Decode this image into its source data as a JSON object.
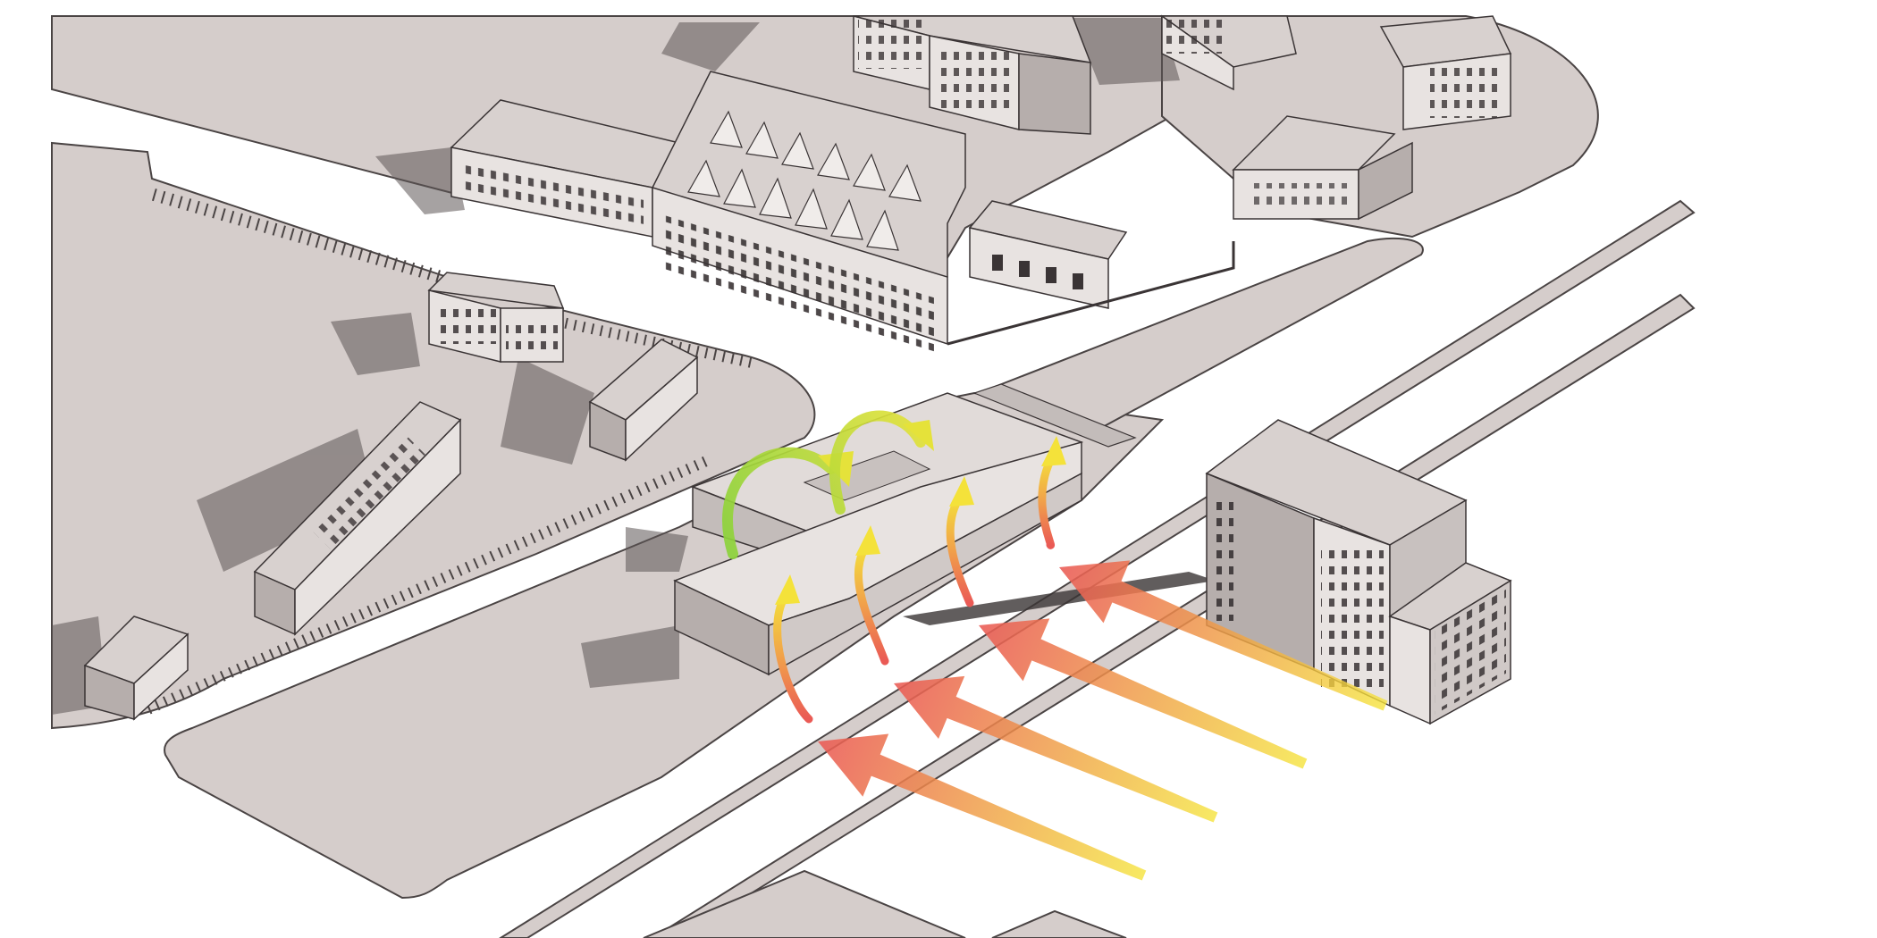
{
  "scene": {
    "colors": {
      "background": "#ffffff",
      "ground": "#d5cdcb",
      "ground_edge": "#4a4444",
      "road": "#ffffff",
      "roof": "#d8d1cf",
      "wall_light": "#e8e3e1",
      "wall_dark": "#b6aeac",
      "shadow": "#5d5656",
      "window": "#3a3435",
      "noise_arrow_start": "#ea5a55",
      "noise_arrow_end": "#f5e33a",
      "deflect_arrow_start": "#f4e23a",
      "deflect_arrow_end": "#f1a24a",
      "overhead_arrow_start": "#8ad23a",
      "overhead_arrow_end": "#e5e23a"
    },
    "noise_arrows": [
      {
        "id": "noise-1",
        "curve_up": true
      },
      {
        "id": "noise-2",
        "curve_up": true
      },
      {
        "id": "noise-3",
        "curve_up": true
      },
      {
        "id": "noise-4",
        "curve_up": true
      }
    ],
    "overhead_arrows": [
      {
        "id": "overhead-1"
      },
      {
        "id": "overhead-2"
      }
    ],
    "icons": {
      "noise_arrow": "arrow-right-icon",
      "overhead_arrow": "arc-arrow-icon"
    }
  }
}
